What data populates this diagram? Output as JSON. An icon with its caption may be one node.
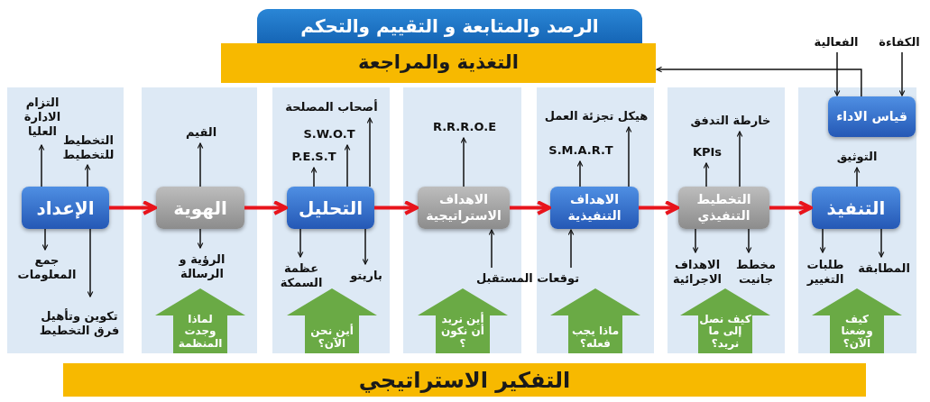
{
  "diagram": {
    "nodes": [
      {
        "text": [
          "الرصد والمتابعة و التقييم والتحكم"
        ]
      },
      {
        "text": [
          "التغذية والمراجعة"
        ]
      },
      {
        "text": [
          "الفعالية"
        ]
      },
      {
        "text": [
          "الكفاءة"
        ]
      },
      {
        "text": [],
        "shape": "box"
      },
      {
        "text": [
          "الإعداد"
        ],
        "in": 4
      },
      {
        "text": [
          "التزام الادارة العليا"
        ],
        "in": 4
      },
      {
        "text": [
          "التخطيط للتخطيط"
        ],
        "in": 4
      },
      {
        "text": [
          "جمع المعلومات"
        ],
        "in": 4
      },
      {
        "text": [
          "تكوين وتأهيل فرق التخطيط"
        ],
        "in": 4
      },
      {
        "text": [],
        "shape": "box"
      },
      {
        "text": [
          "الهوية"
        ],
        "in": 10
      },
      {
        "text": [
          "القيم"
        ],
        "in": 10
      },
      {
        "text": [
          "الرؤية و الرسالة"
        ],
        "in": 10
      },
      {
        "text": [
          "لماذا وجدت المنظمة"
        ],
        "in": 10
      },
      {
        "text": [],
        "shape": "box"
      },
      {
        "text": [
          "التحليل"
        ],
        "in": 15
      },
      {
        "text": [
          "أصحاب المصلحة"
        ],
        "in": 15
      },
      {
        "text": [
          "S.W.O.T"
        ],
        "in": 15
      },
      {
        "text": [
          "P.E.S.T"
        ],
        "in": 15
      },
      {
        "text": [
          "عظمة السمكة"
        ],
        "in": 15
      },
      {
        "text": [
          "باريتو"
        ],
        "in": 15
      },
      {
        "text": [
          "أين نحن الآن؟"
        ],
        "in": 15
      },
      {
        "text": [],
        "shape": "box"
      },
      {
        "text": [
          "الاهداف الاستراتيجية"
        ],
        "in": 23
      },
      {
        "text": [
          "R.R.R.O.E"
        ],
        "in": 23
      },
      {
        "text": [
          "أين نريد أن نكون ؟"
        ],
        "in": 23
      },
      {
        "text": [],
        "shape": "box"
      },
      {
        "text": [
          "الاهداف التنفيذية"
        ],
        "in": 27
      },
      {
        "text": [
          "هيكل تجزئة العمل"
        ],
        "in": 27
      },
      {
        "text": [
          "S.M.A.R.T"
        ],
        "in": 27
      },
      {
        "text": [
          "ماذا يجب فعله؟"
        ],
        "in": 27
      },
      {
        "text": [],
        "shape": "box"
      },
      {
        "text": [
          "التخطيط التنفيذي"
        ],
        "in": 32
      },
      {
        "text": [
          "خارطة التدفق"
        ],
        "in": 32
      },
      {
        "text": [
          "KPIs"
        ],
        "in": 32
      },
      {
        "text": [
          "الاهداف الاجرائية"
        ],
        "in": 32
      },
      {
        "text": [
          "مخطط جانيت"
        ],
        "in": 32
      },
      {
        "text": [
          "كيف نصل إلى ما نريد؟"
        ],
        "in": 32
      },
      {
        "text": [],
        "shape": "box"
      },
      {
        "text": [
          "قياس الاداء"
        ],
        "in": 39
      },
      {
        "text": [
          "التنفيذ"
        ],
        "in": 39
      },
      {
        "text": [
          "التوثيق"
        ],
        "in": 39
      },
      {
        "text": [
          "طلبات التغيير"
        ],
        "in": 39
      },
      {
        "text": [
          "المطابقة"
        ],
        "in": 39
      },
      {
        "text": [
          "كيف وضعنا الآن؟"
        ],
        "in": 39
      },
      {
        "text": [
          "توقعات المستقبل"
        ]
      },
      {
        "text": [
          "التفكير الاستراتيجي"
        ]
      }
    ],
    "edges": [
      {
        "from": 5,
        "to": 6,
        "arrow": "to"
      },
      {
        "from": 5,
        "to": 7,
        "arrow": "to"
      },
      {
        "from": 5,
        "to": 8,
        "arrow": "to"
      },
      {
        "from": 5,
        "to": 9,
        "arrow": "to"
      },
      {
        "from": 11,
        "to": 12,
        "arrow": "to"
      },
      {
        "from": 11,
        "to": 13,
        "arrow": "to"
      },
      {
        "from": 16,
        "to": 17,
        "arrow": "to"
      },
      {
        "from": 16,
        "to": 18,
        "arrow": "to"
      },
      {
        "from": 16,
        "to": 19,
        "arrow": "to"
      },
      {
        "from": 16,
        "to": 20,
        "arrow": "to"
      },
      {
        "from": 16,
        "to": 21,
        "arrow": "to"
      },
      {
        "from": 24,
        "to": 25,
        "arrow": "to"
      },
      {
        "from": 46,
        "to": 24,
        "arrow": "to"
      },
      {
        "from": 28,
        "to": 29,
        "arrow": "to"
      },
      {
        "from": 28,
        "to": 30,
        "arrow": "to"
      },
      {
        "from": 46,
        "to": 28,
        "arrow": "to"
      },
      {
        "from": 33,
        "to": 34,
        "arrow": "to"
      },
      {
        "from": 33,
        "to": 35,
        "arrow": "to"
      },
      {
        "from": 33,
        "to": 36,
        "arrow": "to"
      },
      {
        "from": 33,
        "to": 37,
        "arrow": "to"
      },
      {
        "from": 41,
        "to": 42,
        "arrow": "to"
      },
      {
        "from": 41,
        "to": 43,
        "arrow": "to"
      },
      {
        "from": 41,
        "to": 44,
        "arrow": "to"
      },
      {
        "from": 2,
        "to": 40,
        "arrow": "to"
      },
      {
        "from": 3,
        "to": 40,
        "arrow": "to"
      },
      {
        "from": 40,
        "to": 1,
        "arrow": "to"
      },
      {
        "from": 5,
        "to": 11,
        "arrow": "to",
        "style": "thick",
        "color": "#e8141c"
      },
      {
        "from": 11,
        "to": 16,
        "arrow": "to",
        "style": "thick",
        "color": "#e8141c"
      },
      {
        "from": 16,
        "to": 24,
        "arrow": "to",
        "style": "thick",
        "color": "#e8141c"
      },
      {
        "from": 24,
        "to": 28,
        "arrow": "to",
        "style": "thick",
        "color": "#e8141c"
      },
      {
        "from": 28,
        "to": 33,
        "arrow": "to",
        "style": "thick",
        "color": "#e8141c"
      },
      {
        "from": 33,
        "to": 41,
        "arrow": "to",
        "style": "thick",
        "color": "#e8141c"
      }
    ]
  }
}
